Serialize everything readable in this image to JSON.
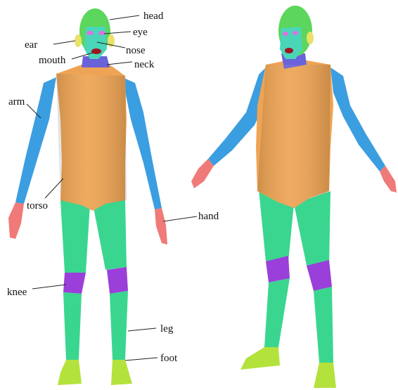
{
  "labels": {
    "head": "head",
    "eye": "eye",
    "ear": "ear",
    "nose": "nose",
    "mouth": "mouth",
    "neck": "neck",
    "arm": "arm",
    "torso": "torso",
    "hand": "hand",
    "knee": "knee",
    "leg": "leg",
    "foot": "foot"
  },
  "colors": {
    "head": "#5cd65c",
    "face_skin": "#49d6b8",
    "ear": "#e8e26a",
    "eye": "#e070e0",
    "mouth": "#a0141e",
    "neck": "#6a62d8",
    "torso": "#eea454",
    "arm": "#3b9ee0",
    "hand": "#ef7a78",
    "leg": "#3ad68f",
    "knee": "#9a3fd9",
    "foot": "#b4e23c"
  }
}
